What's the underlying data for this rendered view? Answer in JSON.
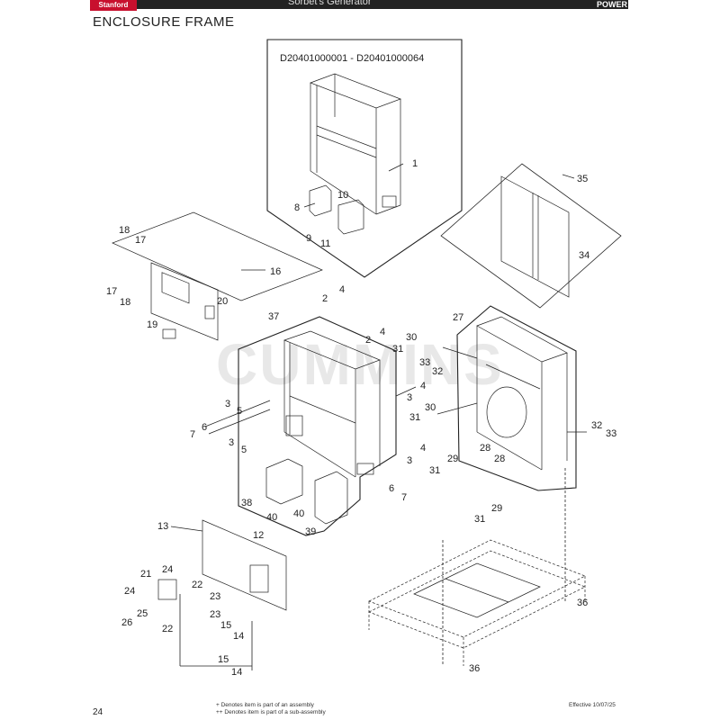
{
  "header": {
    "logo": "Stanford",
    "title": "Sorbet's Generator",
    "brand": "POWER"
  },
  "page_title": "ENCLOSURE FRAME",
  "serial_range": "D20401000001 - D20401000064",
  "watermark": "CUMMINS",
  "callouts": {
    "c1": "1",
    "c2a": "2",
    "c2b": "2",
    "c3a": "3",
    "c3b": "3",
    "c3c": "3",
    "c3d": "3",
    "c4a": "4",
    "c4b": "4",
    "c4c": "4",
    "c4d": "4",
    "c5a": "5",
    "c5b": "5",
    "c6a": "6",
    "c6b": "6",
    "c7a": "7",
    "c7b": "7",
    "c8": "8",
    "c9": "9",
    "c10": "10",
    "c11": "11",
    "c12": "12",
    "c13": "13",
    "c14a": "14",
    "c14b": "14",
    "c15a": "15",
    "c15b": "15",
    "c16": "16",
    "c17a": "17",
    "c17b": "17",
    "c18a": "18",
    "c18b": "18",
    "c19": "19",
    "c20": "20",
    "c21": "21",
    "c22a": "22",
    "c22b": "22",
    "c23a": "23",
    "c23b": "23",
    "c24a": "24",
    "c24b": "24",
    "c25": "25",
    "c26": "26",
    "c27": "27",
    "c28a": "28",
    "c28b": "28",
    "c29a": "29",
    "c29b": "29",
    "c30a": "30",
    "c30b": "30",
    "c31a": "31",
    "c31b": "31",
    "c31c": "31",
    "c31d": "31",
    "c32a": "32",
    "c32b": "32",
    "c33a": "33",
    "c33b": "33",
    "c34": "34",
    "c35": "35",
    "c36a": "36",
    "c36b": "36",
    "c37": "37",
    "c38": "38",
    "c39": "39",
    "c40a": "40",
    "c40b": "40"
  },
  "footer": {
    "page_number": "24",
    "note_1": "+ Denotes item is part of an assembly",
    "note_2": "++ Denotes item is part of a sub-assembly",
    "effective": "Effective 10/07/25"
  }
}
